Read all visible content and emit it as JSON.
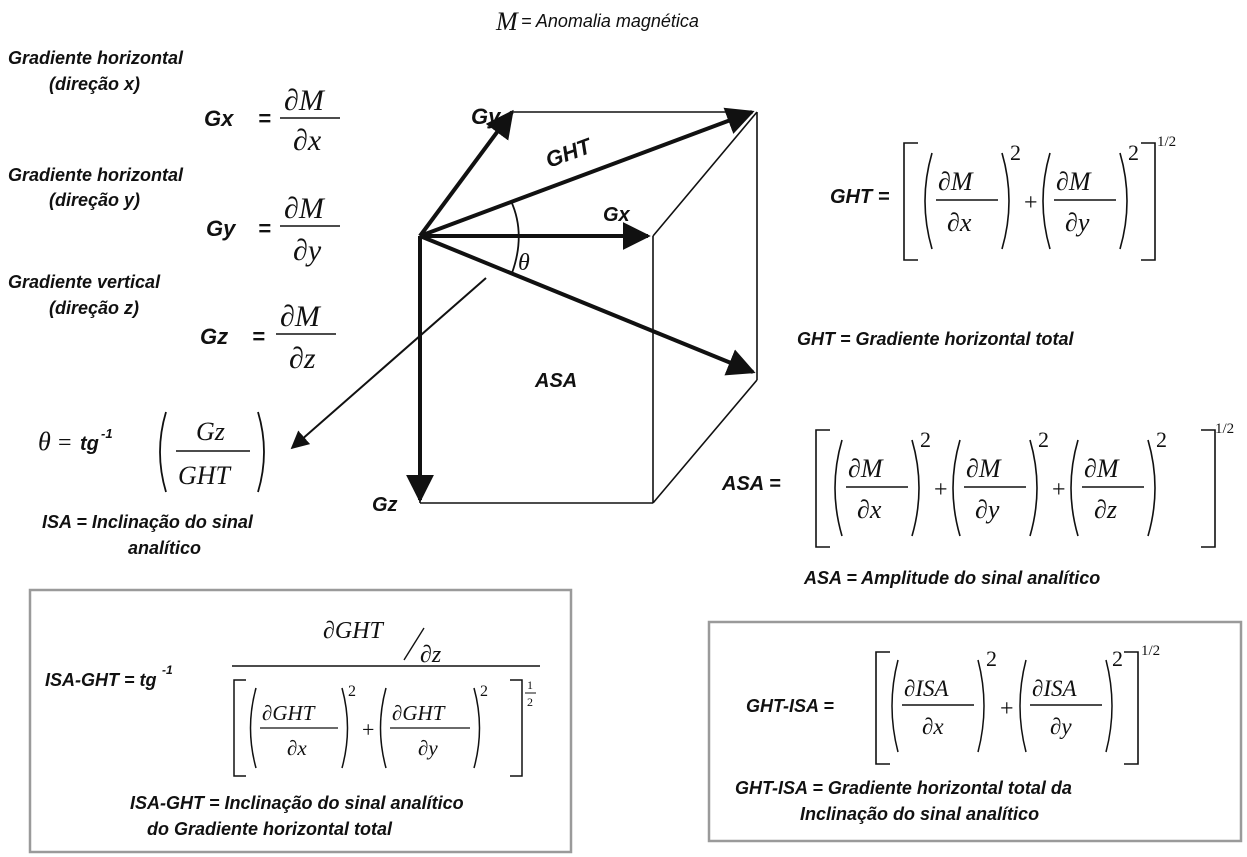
{
  "header": {
    "symbol": "M",
    "caption": "= Anomalia magnética"
  },
  "left": {
    "gx_title_1": "Gradiente horizontal",
    "gx_title_2": "(direção x)",
    "gy_title_1": "Gradiente horizontal",
    "gy_title_2": "(direção y)",
    "gz_title_1": "Gradiente vertical",
    "gz_title_2": "(direção z)",
    "gx": "Gx",
    "gy": "Gy",
    "gz": "Gz",
    "eq": "=",
    "d_m": "∂M",
    "d_x": "∂x",
    "d_y": "∂y",
    "d_z": "∂z",
    "theta": "θ",
    "theta_eq": "=",
    "tg": "tg",
    "inv": "-1",
    "frac_num": "Gz",
    "frac_den": "GHT",
    "isa_def_1": "ISA = Inclinação do sinal",
    "isa_def_2": "analítico"
  },
  "cube": {
    "gy": "Gy",
    "ght": "GHT",
    "gx": "Gx",
    "theta": "θ",
    "asa": "ASA",
    "gz": "Gz"
  },
  "right": {
    "ght_label": "GHT =",
    "ght_def": "GHT = Gradiente horizontal total",
    "asa_label": "ASA  =",
    "asa_def": "ASA = Amplitude do sinal analítico",
    "exp_half": "1/2",
    "sq": "2",
    "plus": "+",
    "d_m": "∂M",
    "d_x": "∂x",
    "d_y": "∂y",
    "d_z": "∂z"
  },
  "box_left": {
    "label": "ISA-GHT = tg",
    "inv": "-1",
    "num_top": "∂GHT",
    "num_bottom": "∂z",
    "d_ght": "∂GHT",
    "d_x": "∂x",
    "d_y": "∂y",
    "sq": "2",
    "plus": "+",
    "exp_num": "1",
    "exp_den": "2",
    "def_1": "ISA-GHT = Inclinação do sinal analítico",
    "def_2": "do Gradiente horizontal total"
  },
  "box_right": {
    "label": "GHT-ISA =",
    "d_isa": "∂ISA",
    "d_x": "∂x",
    "d_y": "∂y",
    "sq": "2",
    "plus": "+",
    "exp_half": "1/2",
    "def_1": "GHT-ISA = Gradiente horizontal total da",
    "def_2": "Inclinação do sinal analítico"
  }
}
